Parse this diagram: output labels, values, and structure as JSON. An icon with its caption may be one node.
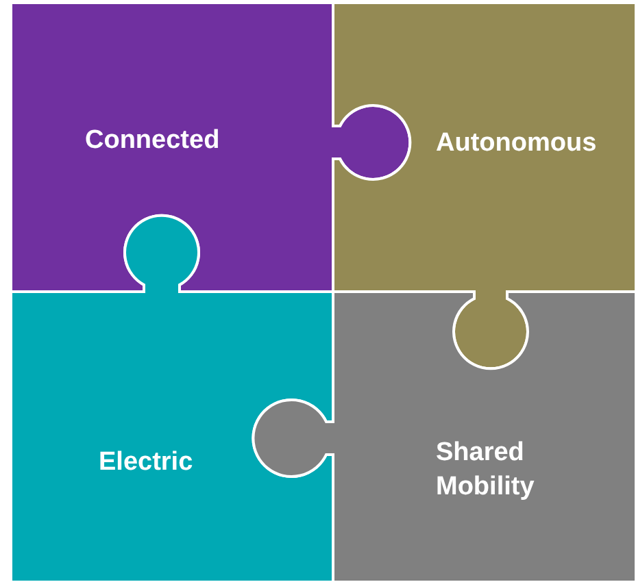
{
  "diagram": {
    "nodes": [
      {
        "text": [
          "Connected"
        ]
      },
      {
        "text": [
          "Autonomous"
        ]
      },
      {
        "text": [
          "Electric"
        ]
      },
      {
        "text": [
          "Shared Mobility"
        ]
      }
    ]
  }
}
